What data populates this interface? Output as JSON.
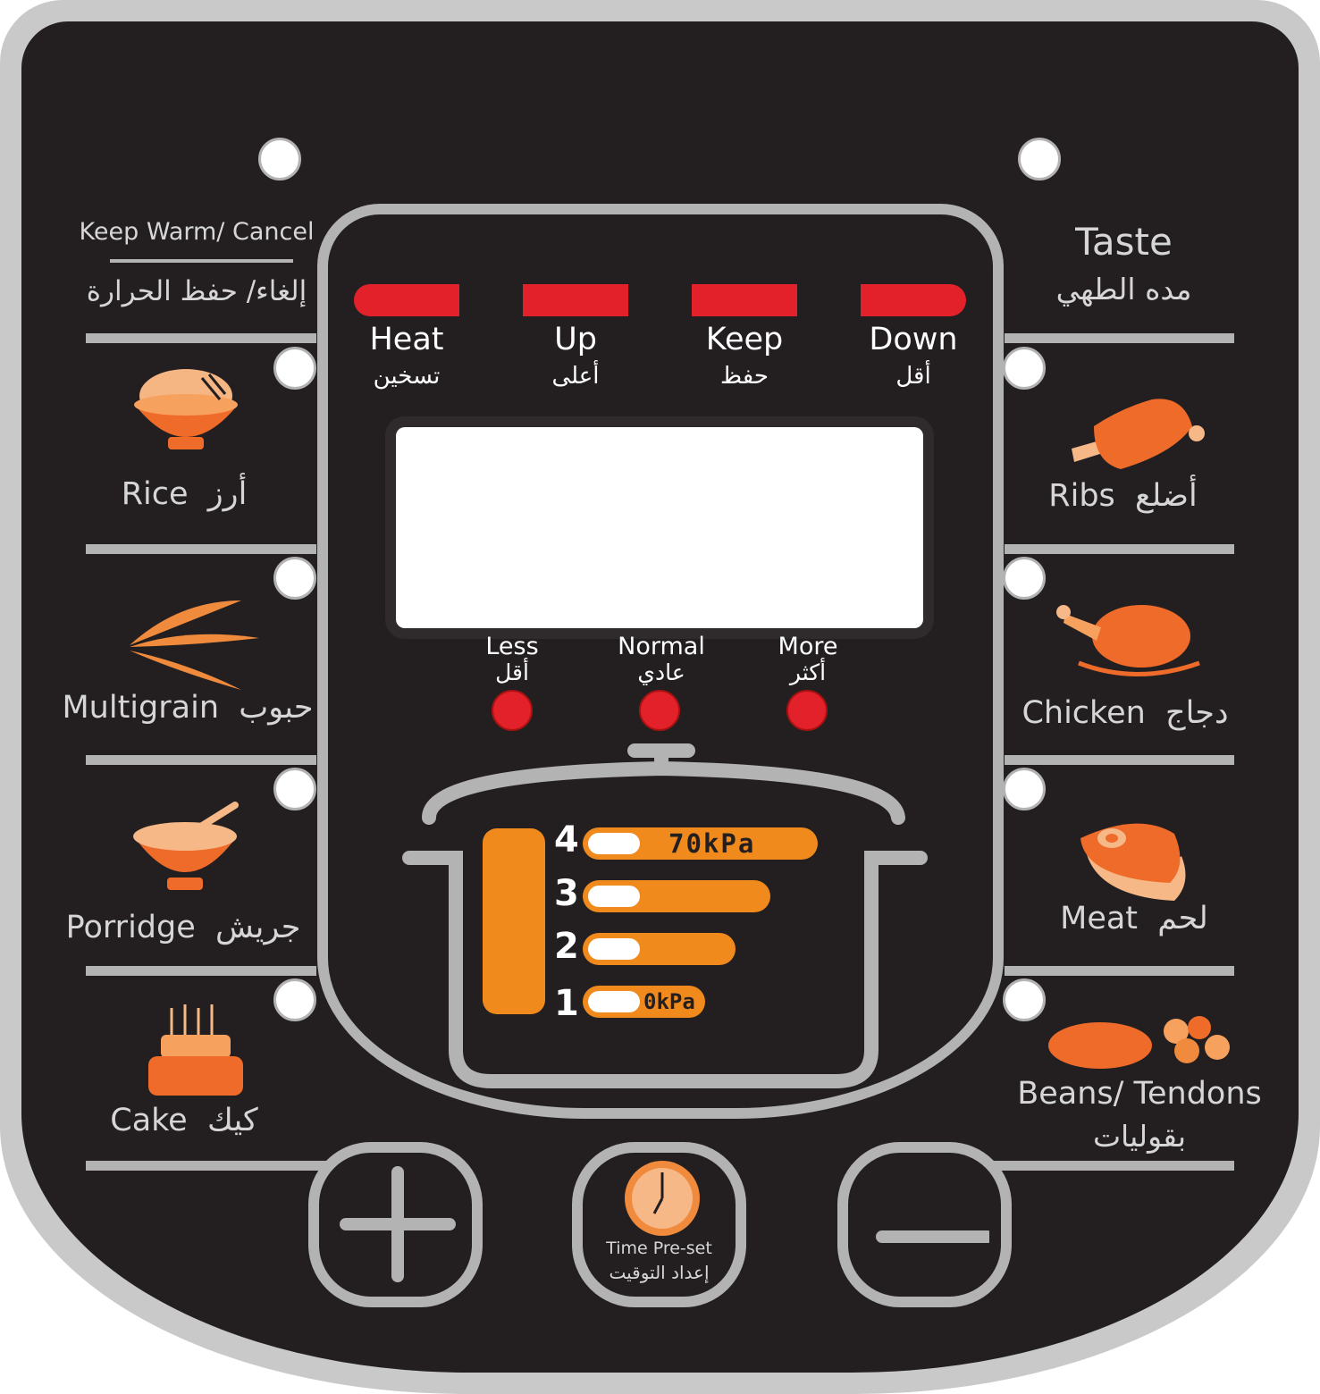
{
  "panel": {
    "left_buttons": [
      {
        "en": "Keep Warm/ Cancel",
        "ar": "إلغاء/ حفظ الحرارة",
        "icon": "none"
      },
      {
        "en": "Rice",
        "ar": "أرز",
        "icon": "rice-bowl-icon"
      },
      {
        "en": "Multigrain",
        "ar": "حبوب",
        "icon": "wheat-icon"
      },
      {
        "en": "Porridge",
        "ar": "جريش",
        "icon": "porridge-bowl-icon"
      },
      {
        "en": "Cake",
        "ar": "كيك",
        "icon": "cake-icon"
      }
    ],
    "right_buttons": [
      {
        "en": "Taste",
        "ar": "مده الطهي",
        "icon": "none"
      },
      {
        "en": "Ribs",
        "ar": "أضلع",
        "icon": "ribs-icon"
      },
      {
        "en": "Chicken",
        "ar": "دجاج",
        "icon": "chicken-icon"
      },
      {
        "en": "Meat",
        "ar": "لحم",
        "icon": "meat-icon"
      },
      {
        "en": "Beans/ Tendons",
        "ar": "بقوليات",
        "icon": "beans-icon"
      }
    ],
    "indicators": [
      {
        "en": "Heat",
        "ar": "تسخين"
      },
      {
        "en": "Up",
        "ar": "أعلى"
      },
      {
        "en": "Keep",
        "ar": "حفظ"
      },
      {
        "en": "Down",
        "ar": "أقل"
      }
    ],
    "taste_levels": [
      {
        "en": "Less",
        "ar": "أقل"
      },
      {
        "en": "Normal",
        "ar": "عادي"
      },
      {
        "en": "More",
        "ar": "أكثر"
      }
    ],
    "pressure_levels": [
      {
        "level": "4",
        "label": "70kPa"
      },
      {
        "level": "3",
        "label": ""
      },
      {
        "level": "2",
        "label": ""
      },
      {
        "level": "1",
        "label": "0kPa"
      }
    ],
    "time_preset": {
      "en": "Time Pre-set",
      "ar": "إعداد التوقيت"
    },
    "colors": {
      "accent_orange": "#f08a1c",
      "indicator_red": "#e3212b",
      "panel_black": "#231f20",
      "trim_grey": "#b3b3b3"
    }
  }
}
